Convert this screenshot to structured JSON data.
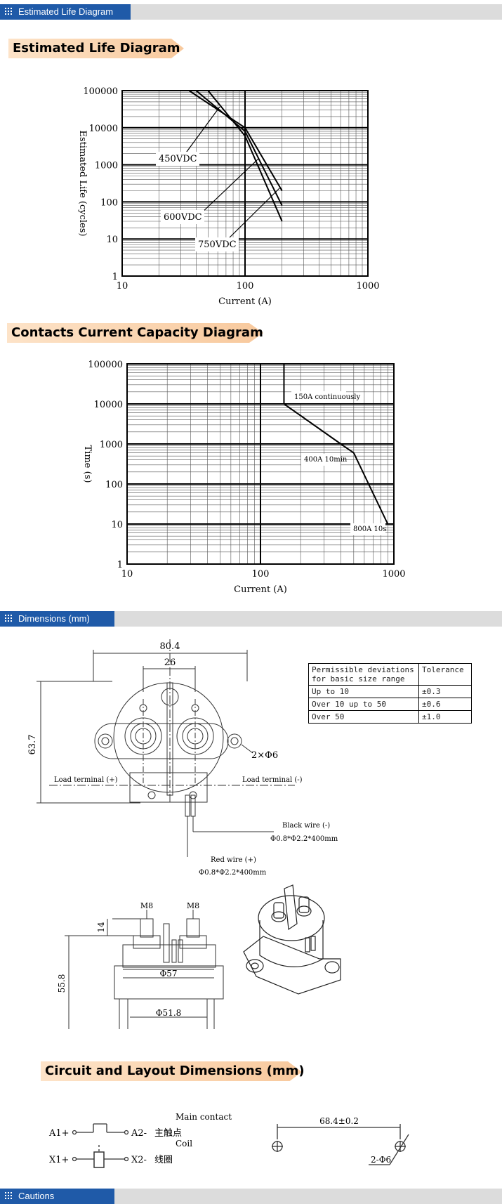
{
  "sections": {
    "estimated_life": "Estimated Life Diagram",
    "dimensions": "Dimensions (mm)",
    "cautions": "Cautions"
  },
  "banners": {
    "estimated_life": "Estimated Life Diagram",
    "contacts_capacity": "Contacts Current Capacity Diagram",
    "circuit_layout": "Circuit and Layout Dimensions (mm)"
  },
  "chart_data": [
    {
      "type": "line",
      "x_scale": "log",
      "y_scale": "log",
      "xlabel": "Current (A)",
      "ylabel": "Estimated Life (cycles)",
      "xlim": [
        10,
        1000
      ],
      "ylim": [
        1,
        100000
      ],
      "x_ticks": [
        "10",
        "100",
        "1000"
      ],
      "y_ticks": [
        "1",
        "10",
        "100",
        "1000",
        "10000",
        "100000"
      ],
      "grid": true,
      "series": [
        {
          "name": "450VDC",
          "x": [
            35,
            100,
            200
          ],
          "y": [
            100000,
            10000,
            200
          ]
        },
        {
          "name": "600VDC",
          "x": [
            40,
            100,
            200
          ],
          "y": [
            100000,
            8000,
            80
          ]
        },
        {
          "name": "750VDC",
          "x": [
            50,
            100,
            200
          ],
          "y": [
            100000,
            6000,
            30
          ]
        }
      ],
      "annotations": [
        "450VDC",
        "600VDC",
        "750VDC"
      ]
    },
    {
      "type": "line",
      "x_scale": "log",
      "y_scale": "log",
      "xlabel": "Current (A)",
      "ylabel": "Time (s)",
      "xlim": [
        10,
        1000
      ],
      "ylim": [
        1,
        100000
      ],
      "x_ticks": [
        "10",
        "100",
        "1000"
      ],
      "y_ticks": [
        "1",
        "10",
        "100",
        "1000",
        "10000",
        "100000"
      ],
      "grid": true,
      "series": [
        {
          "x": [
            150,
            150,
            400,
            500,
            900
          ],
          "y": [
            100000,
            10000,
            1000,
            600,
            10
          ]
        }
      ],
      "annotations": [
        "150A continuously",
        "400A 10min",
        "800A 10s"
      ]
    }
  ],
  "dimensions": {
    "top_width": "80.4",
    "inner_width": "26",
    "height": "63.7",
    "holes": "2×Φ6",
    "load_left": "Load terminal   (+)",
    "load_right": "Load terminal   (-)",
    "black_wire": "Black wire (-)",
    "black_spec": "Φ0.8*Φ2.2*400mm",
    "red_wire": "Red wire (+)",
    "red_spec": "Φ0.8*Φ2.2*400mm",
    "m8_left": "M8",
    "m8_right": "M8",
    "d14": "14",
    "d57": "Φ57",
    "d55": "55.8",
    "d51": "Φ51.8"
  },
  "tolerance_table": {
    "header": [
      "Permissible deviations for basic size range",
      "Tolerance"
    ],
    "rows": [
      [
        "Up to 10",
        "±0.3"
      ],
      [
        "Over 10 up to 50",
        "±0.6"
      ],
      [
        "Over 50",
        "±1.0"
      ]
    ]
  },
  "circuit": {
    "a1": "A1+",
    "a2": "A2-",
    "x1": "X1+",
    "x2": "X2-",
    "cn_main": "主触点",
    "cn_coil": "线圈",
    "main_contact": "Main contact",
    "coil": "Coil",
    "spacing": "68.4±0.2",
    "holes": "2-Φ6"
  }
}
